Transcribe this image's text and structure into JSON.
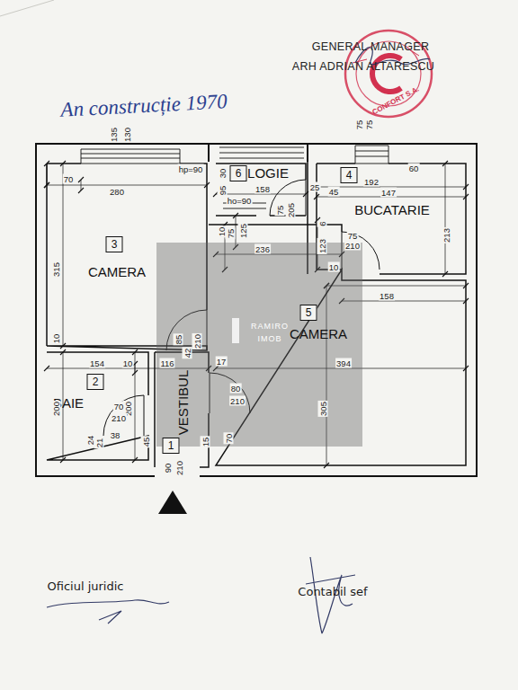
{
  "diagram": {
    "nodes": [
      {
        "text": [
          "6",
          "LOGIE"
        ]
      },
      {
        "text": [
          "4",
          "BUCATARIE"
        ]
      },
      {
        "text": [
          "3",
          "CAMERA"
        ]
      },
      {
        "text": [
          "5",
          "CAMERA"
        ]
      },
      {
        "text": [
          "2",
          "BAIE"
        ]
      },
      {
        "text": [
          "1",
          "VESTIBUL"
        ]
      }
    ],
    "labels": [
      "GENERAL MANAGER",
      "ARH ADRIAN ALTARESCU",
      "An construcție 1970",
      "CONFORT S.A.",
      "135",
      "130",
      "hp=90",
      "70",
      "280",
      "315",
      "10",
      "154",
      "10",
      "116",
      "200",
      "200",
      "70",
      "210",
      "24",
      "21",
      "38",
      "45",
      "90",
      "210",
      "85",
      "42",
      "210",
      "17",
      "80",
      "210",
      "15",
      "70",
      "30",
      "95",
      "158",
      "ho=90",
      "75",
      "205",
      "10",
      "75",
      "125",
      "236",
      "25",
      "6",
      "123",
      "75",
      "75",
      "60",
      "192",
      "45",
      "147",
      "213",
      "75",
      "210",
      "10",
      "158",
      "394",
      "305",
      "Oficiul juridic",
      "Contabil sef",
      "RAMIRO",
      "IMOB"
    ]
  }
}
